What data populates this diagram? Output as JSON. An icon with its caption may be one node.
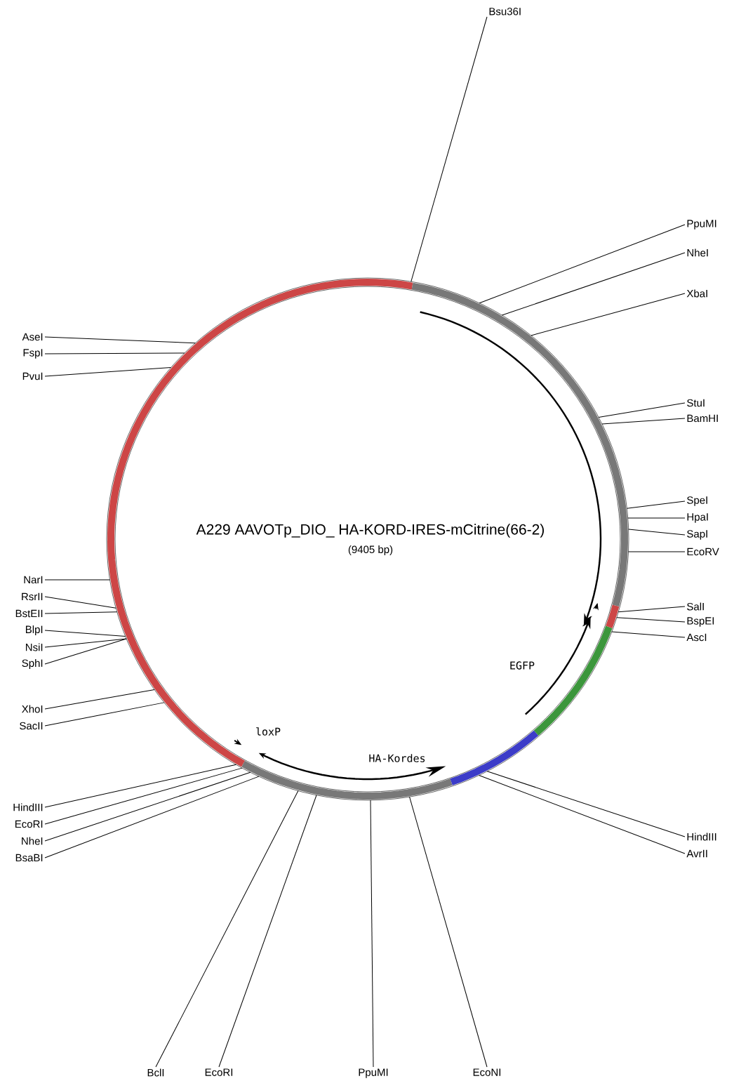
{
  "diagram": {
    "title": "A229 AAVOTp_DIO_ HA-KORD-IRES-mCitrine(66-2)",
    "nodes": [
      {
        "text": [
          "Bsu36I"
        ]
      },
      {
        "text": [
          "PpuMI"
        ]
      },
      {
        "text": [
          "NheI"
        ]
      },
      {
        "text": [
          "XbaI"
        ]
      },
      {
        "text": [
          "StuI"
        ]
      },
      {
        "text": [
          "BamHI"
        ]
      },
      {
        "text": [
          "SpeI"
        ]
      },
      {
        "text": [
          "HpaI"
        ]
      },
      {
        "text": [
          "SapI"
        ]
      },
      {
        "text": [
          "EcoRV"
        ]
      },
      {
        "text": [
          "SalI"
        ]
      },
      {
        "text": [
          "BspEI"
        ]
      },
      {
        "text": [
          "AscI"
        ]
      },
      {
        "text": [
          "HindIII"
        ]
      },
      {
        "text": [
          "AvrII"
        ]
      },
      {
        "text": [
          "EcoNI"
        ]
      },
      {
        "text": [
          "PpuMI"
        ]
      },
      {
        "text": [
          "EcoRI"
        ]
      },
      {
        "text": [
          "BclI"
        ]
      },
      {
        "text": [
          "HindIII"
        ]
      },
      {
        "text": [
          "EcoRI"
        ]
      },
      {
        "text": [
          "NheI"
        ]
      },
      {
        "text": [
          "BsaBI"
        ]
      },
      {
        "text": [
          "XhoI"
        ]
      },
      {
        "text": [
          "SacII"
        ]
      },
      {
        "text": [
          "NarI"
        ]
      },
      {
        "text": [
          "RsrII"
        ]
      },
      {
        "text": [
          "BstEII"
        ]
      },
      {
        "text": [
          "BlpI"
        ]
      },
      {
        "text": [
          "NsiI"
        ]
      },
      {
        "text": [
          "SphI"
        ]
      },
      {
        "text": [
          "AseI"
        ]
      },
      {
        "text": [
          "FspI"
        ]
      },
      {
        "text": [
          "PvuI"
        ]
      }
    ],
    "edges": [
      {
        "from": 0,
        "to": null,
        "arrow": "none"
      },
      {
        "from": 1,
        "to": null,
        "arrow": "none"
      },
      {
        "from": 2,
        "to": null,
        "arrow": "none"
      },
      {
        "from": 3,
        "to": null,
        "arrow": "none"
      },
      {
        "from": 4,
        "to": null,
        "arrow": "none"
      },
      {
        "from": 5,
        "to": null,
        "arrow": "none"
      },
      {
        "from": 6,
        "to": null,
        "arrow": "none"
      },
      {
        "from": 7,
        "to": null,
        "arrow": "none"
      },
      {
        "from": 8,
        "to": null,
        "arrow": "none"
      },
      {
        "from": 9,
        "to": null,
        "arrow": "none"
      },
      {
        "from": 10,
        "to": null,
        "arrow": "none"
      },
      {
        "from": 11,
        "to": null,
        "arrow": "none"
      },
      {
        "from": 12,
        "to": null,
        "arrow": "none"
      },
      {
        "from": 13,
        "to": null,
        "arrow": "none"
      },
      {
        "from": 14,
        "to": null,
        "arrow": "none"
      },
      {
        "from": 15,
        "to": null,
        "arrow": "none"
      },
      {
        "from": 16,
        "to": null,
        "arrow": "none"
      },
      {
        "from": 17,
        "to": null,
        "arrow": "none"
      },
      {
        "from": 18,
        "to": null,
        "arrow": "none"
      },
      {
        "from": 19,
        "to": null,
        "arrow": "none"
      },
      {
        "from": 20,
        "to": null,
        "arrow": "none"
      },
      {
        "from": 21,
        "to": null,
        "arrow": "none"
      },
      {
        "from": 22,
        "to": null,
        "arrow": "none"
      },
      {
        "from": 23,
        "to": null,
        "arrow": "none"
      },
      {
        "from": 24,
        "to": null,
        "arrow": "none"
      },
      {
        "from": 25,
        "to": null,
        "arrow": "none"
      },
      {
        "from": 26,
        "to": null,
        "arrow": "none"
      },
      {
        "from": 27,
        "to": null,
        "arrow": "none"
      },
      {
        "from": 28,
        "to": null,
        "arrow": "none"
      },
      {
        "from": 29,
        "to": null,
        "arrow": "none"
      },
      {
        "from": 30,
        "to": null,
        "arrow": "none"
      },
      {
        "from": 31,
        "to": null,
        "arrow": "none"
      },
      {
        "from": 32,
        "to": null,
        "arrow": "none"
      },
      {
        "from": 33,
        "to": null,
        "arrow": "none"
      }
    ],
    "labels": [
      "(9405 bp)",
      "EGFP",
      "loxP",
      "HA-Kordes"
    ]
  }
}
